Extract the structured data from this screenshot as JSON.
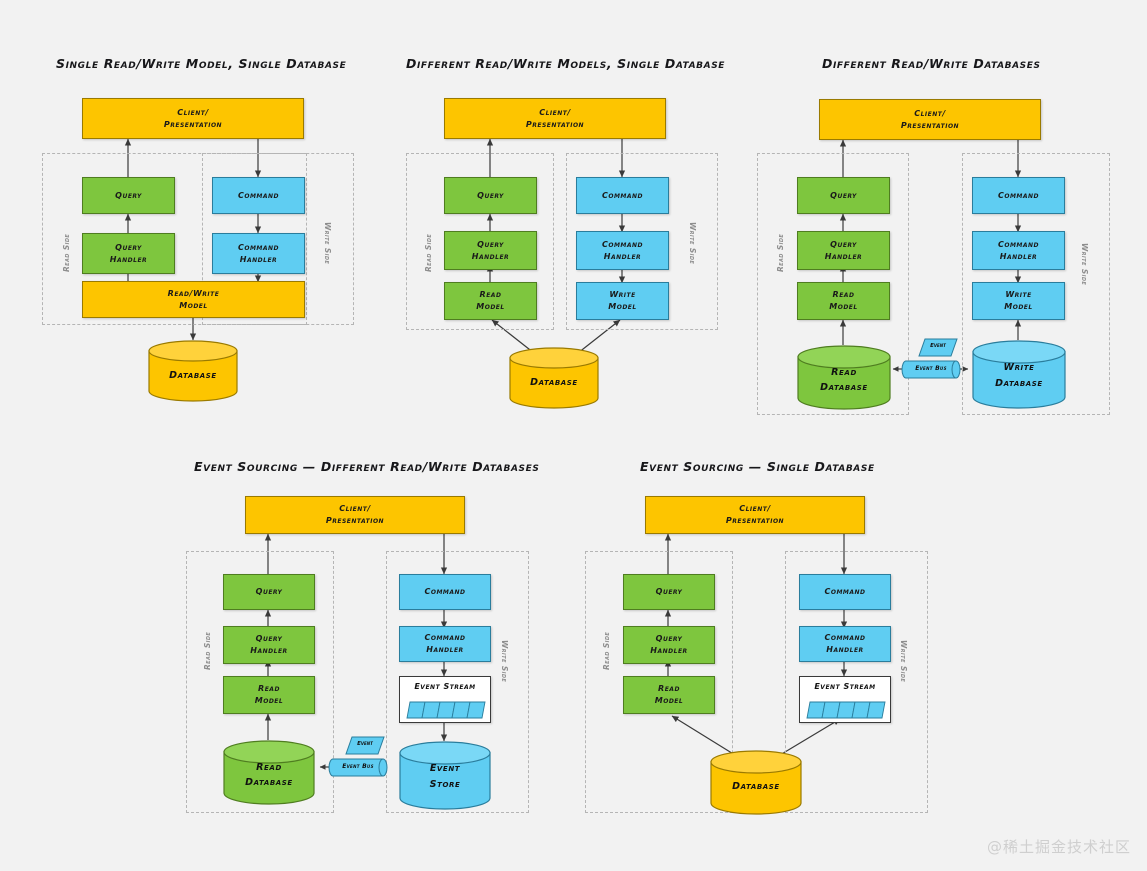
{
  "page": {
    "background": "#f2f2f2",
    "watermark": "@稀土掘金技术社区",
    "palette": {
      "yellow": "#fdc500",
      "green": "#7ec63e",
      "blue": "#5fcdf2",
      "white": "#ffffff",
      "dashed_zone": "#b5b5b5",
      "text": "#1a1a1a"
    }
  },
  "labels": {
    "read_side": "Read Side",
    "write_side": "Write Side",
    "client": "Client/",
    "presentation": "Presentation",
    "query": "Query",
    "query_handler_1": "Query",
    "query_handler_2": "Handler",
    "command": "Command",
    "command_handler_1": "Command",
    "command_handler_2": "Handler",
    "read_write_model_1": "Read/Write",
    "read_write_model_2": "Model",
    "read_model_1": "Read",
    "read_model_2": "Model",
    "write_model_1": "Write",
    "write_model_2": "Model",
    "database": "Database",
    "read_database_1": "Read",
    "read_database_2": "Database",
    "write_database_1": "Write",
    "write_database_2": "Database",
    "event_store_1": "Event",
    "event_store_2": "Store",
    "event_bus": "Event Bus",
    "event": "Event",
    "event_stream": "Event Stream"
  },
  "diagrams": [
    {
      "id": "single-read-write-model-single-database",
      "title": "Single Read/Write Model, Single Database",
      "read_side_nodes": [
        "Query",
        "Query Handler"
      ],
      "write_side_nodes": [
        "Command",
        "Command Handler"
      ],
      "shared_nodes": [
        "Read/Write Model"
      ],
      "datastores": [
        "Database"
      ]
    },
    {
      "id": "different-read-write-models-single-database",
      "title": "Different Read/Write Models, Single Database",
      "read_side_nodes": [
        "Query",
        "Query Handler",
        "Read Model"
      ],
      "write_side_nodes": [
        "Command",
        "Command Handler",
        "Write Model"
      ],
      "shared_nodes": [],
      "datastores": [
        "Database"
      ]
    },
    {
      "id": "different-read-write-databases",
      "title": "Different Read/Write Databases",
      "read_side_nodes": [
        "Query",
        "Query Handler",
        "Read Model"
      ],
      "write_side_nodes": [
        "Command",
        "Command Handler",
        "Write Model"
      ],
      "shared_nodes": [],
      "datastores": [
        "Read Database",
        "Write Database"
      ],
      "connectors": [
        "Event Bus",
        "Event"
      ]
    },
    {
      "id": "event-sourcing-different-read-write-databases",
      "title": "Event Sourcing — Different Read/Write Databases",
      "read_side_nodes": [
        "Query",
        "Query Handler",
        "Read Model"
      ],
      "write_side_nodes": [
        "Command",
        "Command Handler",
        "Event Stream"
      ],
      "shared_nodes": [],
      "datastores": [
        "Read Database",
        "Event Store"
      ],
      "connectors": [
        "Event Bus",
        "Event"
      ],
      "event_stream_cells": 5
    },
    {
      "id": "event-sourcing-single-database",
      "title": "Event Sourcing — Single Database",
      "read_side_nodes": [
        "Query",
        "Query Handler",
        "Read Model"
      ],
      "write_side_nodes": [
        "Command",
        "Command Handler",
        "Event Stream"
      ],
      "shared_nodes": [],
      "datastores": [
        "Database"
      ],
      "event_stream_cells": 5
    }
  ]
}
